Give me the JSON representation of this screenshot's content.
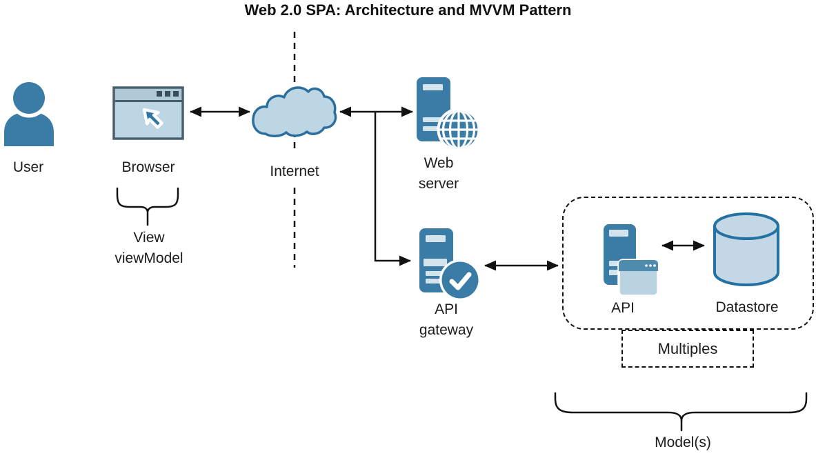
{
  "title": "Web 2.0 SPA: Architecture and MVVM Pattern",
  "nodes": {
    "user": {
      "label": "User"
    },
    "browser": {
      "label": "Browser"
    },
    "internet": {
      "label": "Internet"
    },
    "web_server": {
      "line1": "Web",
      "line2": "server"
    },
    "api_gateway": {
      "line1": "API",
      "line2": "gateway"
    },
    "api": {
      "label": "API"
    },
    "datastore": {
      "label": "Datastore"
    }
  },
  "annotations": {
    "view_viewmodel": {
      "line1": "View",
      "line2": "viewModel"
    },
    "multiples": "Multiples",
    "models": "Model(s)"
  },
  "icons": {
    "user": "user-icon",
    "browser": "browser-window-icon",
    "internet": "cloud-icon",
    "web_server": "server-globe-icon",
    "api_gateway": "server-check-icon",
    "api": "server-window-icon",
    "datastore": "database-cylinder-icon"
  },
  "colors": {
    "primary_blue": "#3A7CA5",
    "outline_blue": "#2B6F9E",
    "cylinder_stroke": "#2472A4",
    "light_fill": "#BCD6E3",
    "bar_light": "#D3E4ED",
    "window_titlebar": "#4E8BAD",
    "browser_border": "#46606E",
    "line_black": "#111111",
    "text": "#1C1C1C"
  }
}
